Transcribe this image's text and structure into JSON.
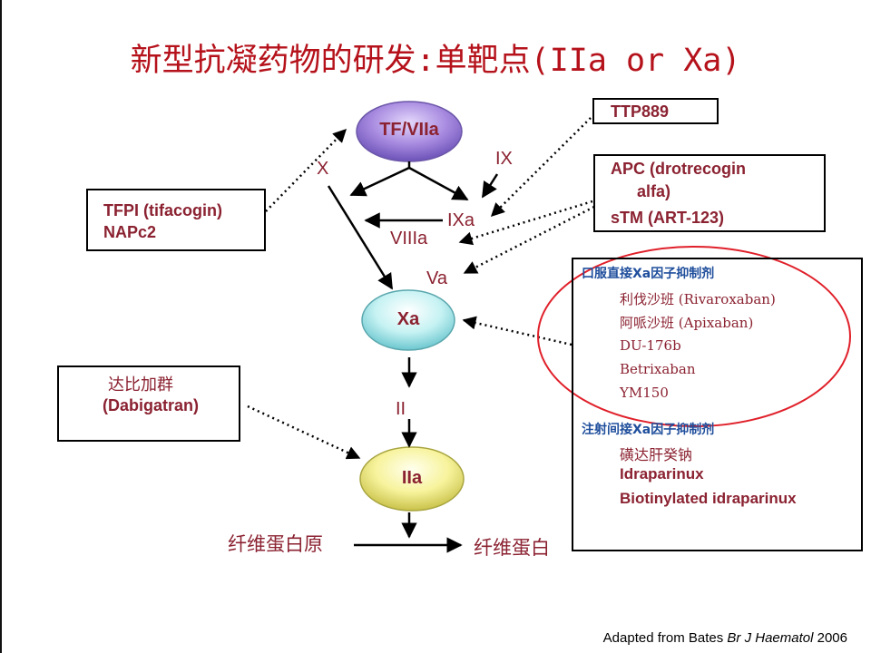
{
  "title": "新型抗凝药物的研发:单靶点(IIa or Xa)",
  "nodes": {
    "tf_viia": "TF/VIIa",
    "xa": "Xa",
    "iia": "IIa"
  },
  "factors": {
    "x": "X",
    "ix": "IX",
    "ixa": "IXa",
    "viiia": "VIIIa",
    "va": "Va",
    "ii": "II"
  },
  "boxes": {
    "tfpi": {
      "line1": "TFPI (tifacogin)",
      "line2": "NAPc2"
    },
    "ttp": {
      "line1": "TTP889"
    },
    "apc": {
      "line1": "APC (drotrecogin",
      "line2": "alfa)",
      "line3": "sTM (ART-123)"
    },
    "dabigatran": {
      "line1": "达比加群",
      "line2": "(Dabigatran)"
    },
    "xa_inhibitors": {
      "oral_heading": "口服直接Xa因子抑制剂",
      "oral_items": [
        "利伐沙班 (Rivaroxaban)",
        "阿哌沙班 (Apixaban)",
        "DU-176b",
        "Betrixaban",
        "YM150"
      ],
      "inj_heading": "注射间接Xa因子抑制剂",
      "inj_items": [
        "磺达肝癸钠",
        "Idraparinux",
        "Biotinylated idraparinux"
      ]
    }
  },
  "fibrinogen": "纤维蛋白原",
  "fibrin": "纤维蛋白",
  "source": {
    "prefix": "Adapted from Bates ",
    "journal": "Br J Haematol",
    "year": " 2006"
  },
  "colors": {
    "title": "#b5121b",
    "text": "#8b2231",
    "category": "#1f4e9c",
    "highlight_circle": "#e0202a",
    "tf_viia_fill": "#9b7fd8",
    "xa_fill": "#bfeff0",
    "iia_fill": "#f5f29a"
  }
}
